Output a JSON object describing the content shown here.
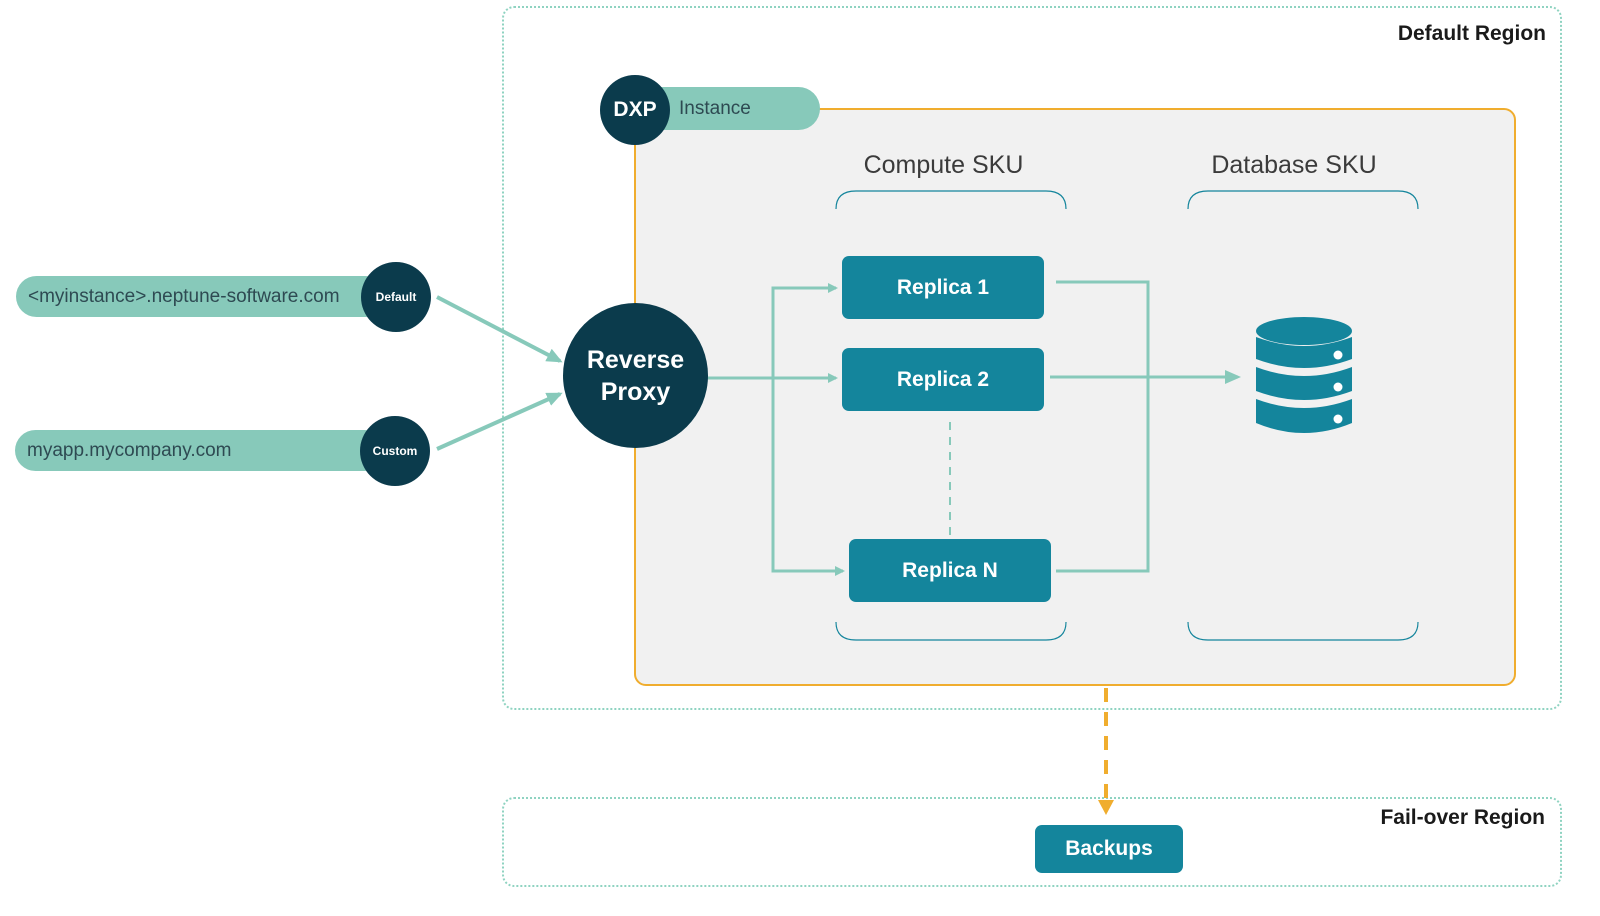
{
  "regions": {
    "default_label": "Default Region",
    "failover_label": "Fail-over Region"
  },
  "instance": {
    "badge": "DXP",
    "label": "Instance"
  },
  "sku": {
    "compute": "Compute SKU",
    "database": "Database SKU"
  },
  "domains": [
    {
      "url": "<myinstance>.neptune-software.com",
      "badge": "Default"
    },
    {
      "url": "myapp.mycompany.com",
      "badge": "Custom"
    }
  ],
  "proxy": {
    "line1": "Reverse",
    "line2": "Proxy"
  },
  "replicas": [
    "Replica 1",
    "Replica 2",
    "Replica N"
  ],
  "database": {
    "icon": "database-icon"
  },
  "backups": "Backups",
  "colors": {
    "teal_dark": "#0b3b4c",
    "teal": "#14859c",
    "teal_light": "#87c9ba",
    "orange": "#f0ad2e",
    "region_border": "#8fd3c1"
  }
}
